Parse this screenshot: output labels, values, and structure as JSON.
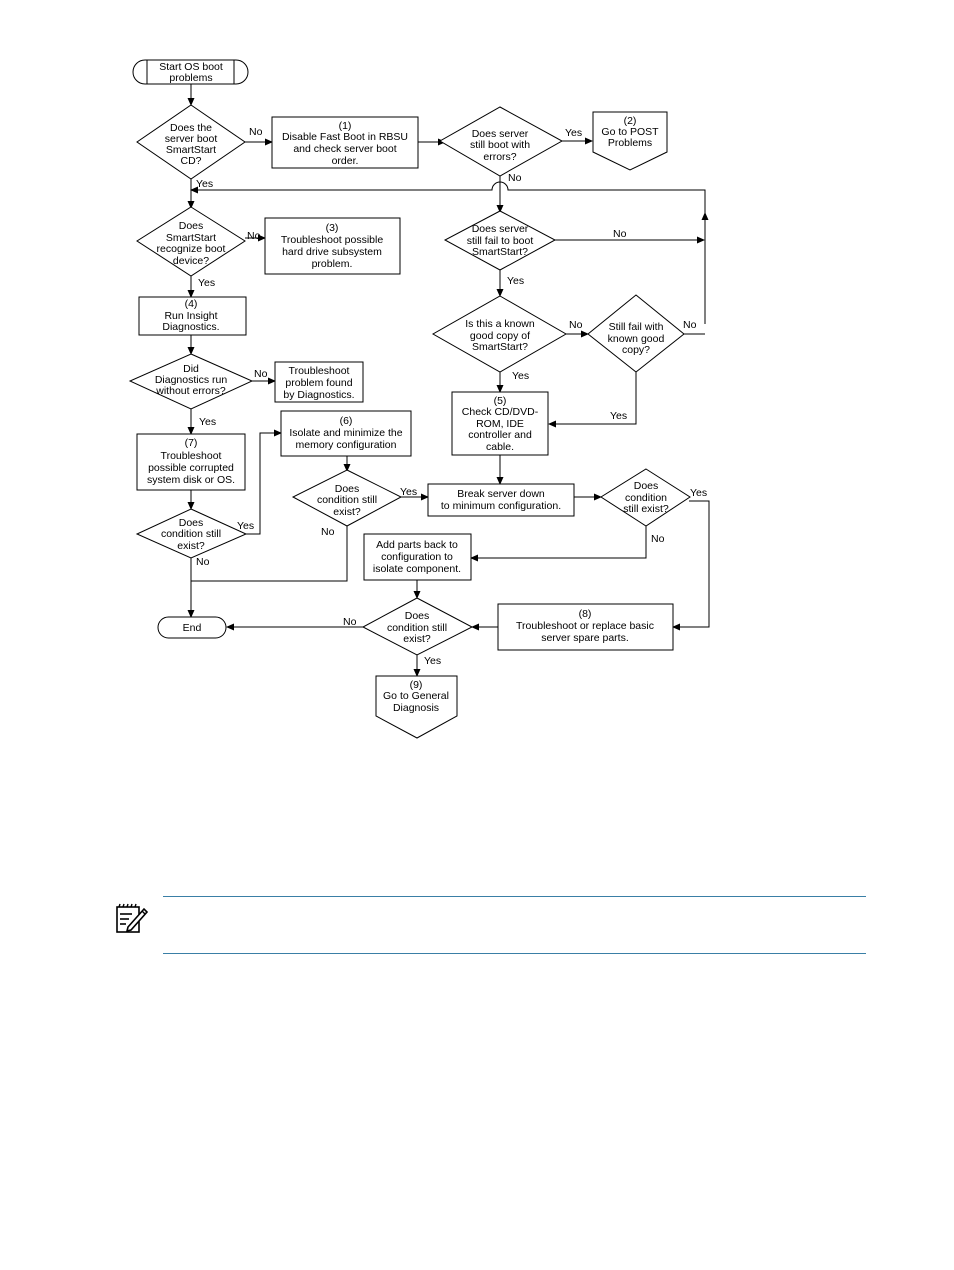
{
  "flowchart": {
    "start": [
      "Start OS boot",
      "problems"
    ],
    "d_boot_cd": [
      "Does the",
      "server boot",
      "SmartStart",
      "CD?"
    ],
    "b1": [
      "(1)",
      "Disable Fast Boot in RBSU",
      "and check server boot",
      "order."
    ],
    "d_still_errors": [
      "Does server",
      "still boot with",
      "errors?"
    ],
    "b2": [
      "(2)",
      "Go to POST",
      "Problems"
    ],
    "d_recognize": [
      "Does",
      "SmartStart",
      "recognize boot",
      "device?"
    ],
    "b3": [
      "(3)",
      "Troubleshoot possible",
      "hard drive subsystem",
      "problem."
    ],
    "d_still_fail": [
      "Does server",
      "still fail to boot",
      "SmartStart?"
    ],
    "b4": [
      "(4)",
      "Run Insight",
      "Diagnostics."
    ],
    "d_known_copy": [
      "Is this a known",
      "good copy of",
      "SmartStart?"
    ],
    "d_fail_known": [
      "Still fail with",
      "known good",
      "copy?"
    ],
    "d_diag": [
      "Did",
      "Diagnostics run",
      "without errors?"
    ],
    "b_found": [
      "Troubleshoot",
      "problem found",
      "by Diagnostics."
    ],
    "b5": [
      "(5)",
      "Check CD/DVD-",
      "ROM, IDE",
      "controller and",
      "cable."
    ],
    "b7": [
      "(7)",
      "Troubleshoot",
      "possible corrupted",
      "system disk or OS."
    ],
    "b6": [
      "(6)",
      "Isolate and minimize the",
      "memory configuration"
    ],
    "d_cond_mid": [
      "Does",
      "condition still",
      "exist?"
    ],
    "b_break": [
      "Break server down",
      "to minimum configuration."
    ],
    "d_cond_right": [
      "Does",
      "condition",
      "still exist?"
    ],
    "d_cond_left": [
      "Does",
      "condition still",
      "exist?"
    ],
    "b_add": [
      "Add parts back to",
      "configuration to",
      "isolate component."
    ],
    "end": [
      "End"
    ],
    "d_cond_bottom": [
      "Does",
      "condition still",
      "exist?"
    ],
    "b8": [
      "(8)",
      "Troubleshoot or replace basic",
      "server spare parts."
    ],
    "b9": [
      "(9)",
      "Go to General",
      "Diagnosis"
    ],
    "labels": {
      "yes": "Yes",
      "no": "No"
    }
  },
  "note": {
    "icon": "note-icon",
    "rule_color": "#3a7fa6"
  }
}
